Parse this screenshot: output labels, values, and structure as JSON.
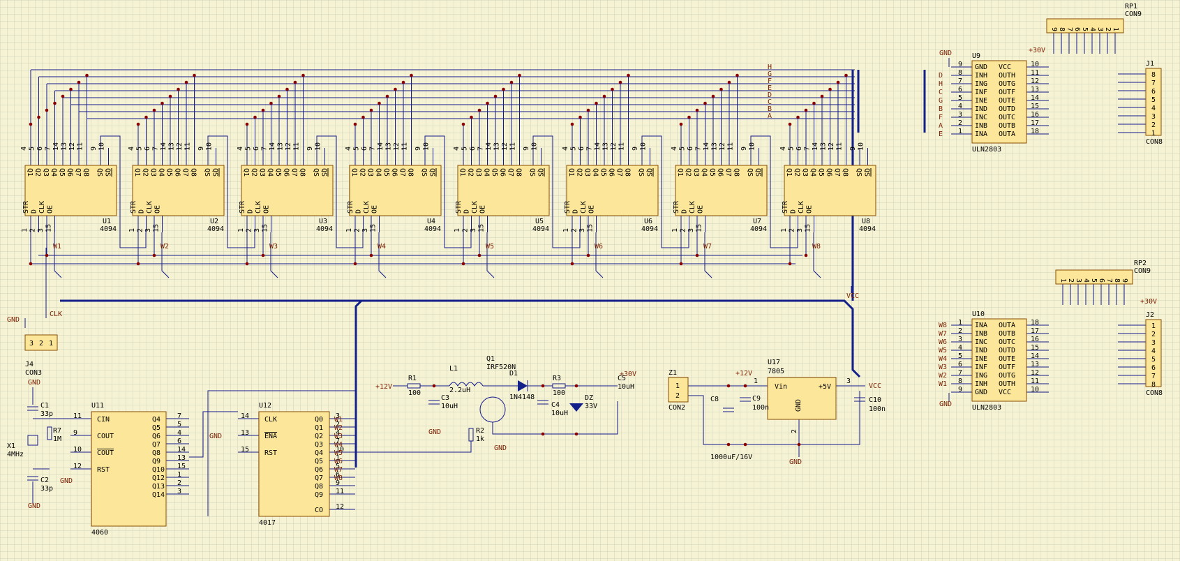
{
  "colors": {
    "background": "#f6f3d5",
    "grid": "#cfd0b8",
    "wire": "#141a8c",
    "bus": "#13208a",
    "chip_fill": "#fbe69a",
    "chip_stroke": "#8a4d00",
    "label": "#7a1f00",
    "junction": "#8a0000"
  },
  "shift_register": {
    "top_pins": [
      "4",
      "5",
      "6",
      "7",
      "14",
      "13",
      "12",
      "11",
      "9",
      "10"
    ],
    "top_labels": [
      "Q1",
      "Q2",
      "Q3",
      "Q4",
      "Q5",
      "Q6",
      "Q7",
      "Q8",
      "QS",
      "QS"
    ],
    "bottom_pins": [
      "1",
      "2",
      "3",
      "15"
    ],
    "bottom_labels": [
      "STR",
      "D",
      "CLK",
      "OE"
    ],
    "part": "4094",
    "refs": [
      "U1",
      "U2",
      "U3",
      "U4",
      "U5",
      "U6",
      "U7",
      "U8"
    ],
    "w_labels": [
      "W1",
      "W2",
      "W3",
      "W4",
      "W5",
      "W6",
      "W7",
      "W8"
    ]
  },
  "bus_letters": [
    "H",
    "G",
    "F",
    "E",
    "D",
    "C",
    "B",
    "A"
  ],
  "labels": {
    "gnd": "GND",
    "vcc": "VCC",
    "clk": "CLK",
    "p30v": "+30V",
    "p12v": "+12V",
    "p5v": "+5V"
  },
  "u9": {
    "ref": "U9",
    "part": "ULN2803",
    "left_labels": [
      "GND",
      "INH",
      "ING",
      "INF",
      "INE",
      "IND",
      "INC",
      "INB",
      "INA"
    ],
    "left_pins": [
      "9",
      "8",
      "7",
      "6",
      "5",
      "4",
      "3",
      "2",
      "1"
    ],
    "left_nets": [
      "",
      "D",
      "H",
      "C",
      "G",
      "B",
      "F",
      "A",
      "E"
    ],
    "right_labels": [
      "VCC",
      "OUTH",
      "OUTG",
      "OUTF",
      "OUTE",
      "OUTD",
      "OUTC",
      "OUTB",
      "OUTA"
    ],
    "right_pins": [
      "10",
      "11",
      "12",
      "13",
      "14",
      "15",
      "16",
      "17",
      "18"
    ]
  },
  "u10": {
    "ref": "U10",
    "part": "ULN2803",
    "left_labels": [
      "INA",
      "INB",
      "INC",
      "IND",
      "INE",
      "INF",
      "ING",
      "INH",
      "GND"
    ],
    "left_pins": [
      "1",
      "2",
      "3",
      "4",
      "5",
      "6",
      "7",
      "8",
      "9"
    ],
    "left_nets": [
      "W8",
      "W7",
      "W6",
      "W5",
      "W4",
      "W3",
      "W2",
      "W1",
      ""
    ],
    "right_labels": [
      "OUTA",
      "OUTB",
      "OUTC",
      "OUTD",
      "OUTE",
      "OUTF",
      "OUTG",
      "OUTH",
      "VCC"
    ],
    "right_pins": [
      "18",
      "17",
      "16",
      "15",
      "14",
      "13",
      "12",
      "11",
      "10"
    ]
  },
  "rp1": {
    "ref": "RP1",
    "part": "CON9",
    "pins": [
      "9",
      "8",
      "7",
      "6",
      "5",
      "4",
      "3",
      "2",
      "1"
    ]
  },
  "rp2": {
    "ref": "RP2",
    "part": "CON9",
    "pins": [
      "1",
      "2",
      "3",
      "4",
      "5",
      "6",
      "7",
      "8",
      "9"
    ]
  },
  "j1": {
    "ref": "J1",
    "part": "CON8",
    "pins": [
      "8",
      "7",
      "6",
      "5",
      "4",
      "3",
      "2",
      "1"
    ]
  },
  "j2": {
    "ref": "J2",
    "part": "CON8",
    "pins": [
      "1",
      "2",
      "3",
      "4",
      "5",
      "6",
      "7",
      "8"
    ]
  },
  "j4": {
    "ref": "J4",
    "part": "CON3",
    "pins": [
      "3",
      "2",
      "1"
    ]
  },
  "u11": {
    "ref": "U11",
    "part": "4060",
    "left_labels": [
      "CIN",
      "COUT",
      "COUT",
      "RST"
    ],
    "left_pins": [
      "11",
      "9",
      "10",
      "12"
    ],
    "right_labels": [
      "Q4",
      "Q5",
      "Q6",
      "Q7",
      "Q8",
      "Q9",
      "Q10",
      "Q12",
      "Q13",
      "Q14"
    ],
    "right_pins": [
      "7",
      "5",
      "4",
      "6",
      "14",
      "13",
      "15",
      "1",
      "2",
      "3"
    ]
  },
  "u12": {
    "ref": "U12",
    "part": "4017",
    "left_labels": [
      "CLK",
      "ENA",
      "RST"
    ],
    "left_pins": [
      "14",
      "13",
      "15"
    ],
    "right_labels": [
      "Q0",
      "Q1",
      "Q2",
      "Q3",
      "Q4",
      "Q5",
      "Q6",
      "Q7",
      "Q8",
      "Q9",
      "CO"
    ],
    "right_pins": [
      "3",
      "2",
      "4",
      "7",
      "10",
      "1",
      "5",
      "6",
      "9",
      "11",
      "12"
    ],
    "right_nets": [
      "W1",
      "W2",
      "W3",
      "W4",
      "W5",
      "W6",
      "W7",
      "W8",
      "",
      "",
      ""
    ]
  },
  "u17": {
    "ref": "U17",
    "part": "7805",
    "vin": "Vin",
    "vout": "+5V",
    "gnd": "GND",
    "pin_in": "1",
    "pin_out": "3",
    "pin_gnd": "2"
  },
  "z1": {
    "ref": "Z1",
    "part": "CON2",
    "pins": [
      "1",
      "2"
    ]
  },
  "passives": {
    "c1": {
      "ref": "C1",
      "value": "33p"
    },
    "c2": {
      "ref": "C2",
      "value": "33p"
    },
    "r7": {
      "ref": "R7",
      "value": "1M"
    },
    "x1": {
      "ref": "X1",
      "value": "4MHz"
    },
    "r1": {
      "ref": "R1",
      "value": "100"
    },
    "l1": {
      "ref": "L1",
      "value": "2.2uH"
    },
    "c3": {
      "ref": "C3",
      "value": "10uH"
    },
    "q1": {
      "ref": "Q1",
      "value": "IRF520N"
    },
    "d1": {
      "ref": "D1",
      "value": "1N4148"
    },
    "r2": {
      "ref": "R2",
      "value": "1k"
    },
    "r3": {
      "ref": "R3",
      "value": "100"
    },
    "c4": {
      "ref": "C4",
      "value": "10uH"
    },
    "dz": {
      "ref": "DZ",
      "value": "33V"
    },
    "c5": {
      "ref": "C5",
      "value": "10uH"
    },
    "c8": {
      "ref": "C8",
      "value": "1000uF/16V"
    },
    "c9": {
      "ref": "C9",
      "value": "100n"
    },
    "c10": {
      "ref": "C10",
      "value": "100n"
    }
  }
}
